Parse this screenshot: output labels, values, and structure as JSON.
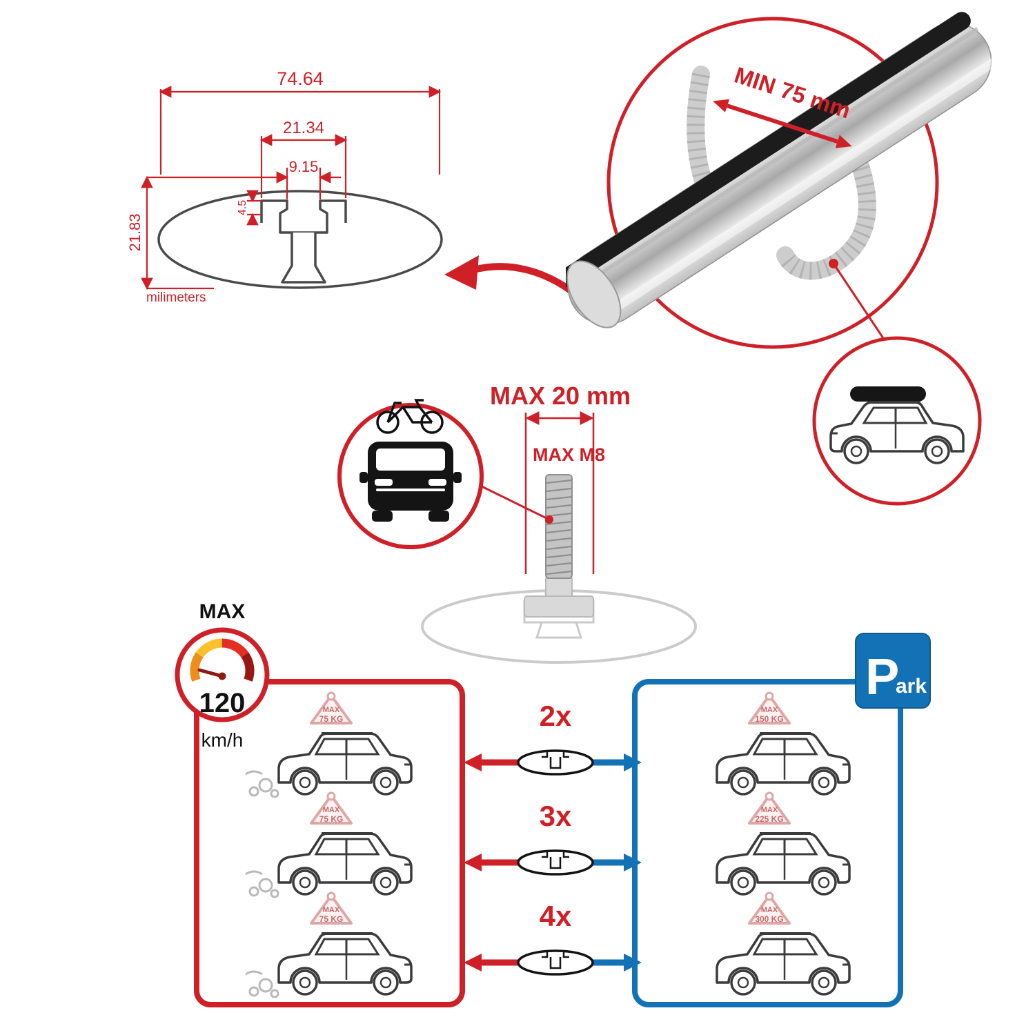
{
  "palette": {
    "red": "#cf2027",
    "blue": "#1272b5",
    "black": "#1d1d1b",
    "light_gray": "#c9c9c9",
    "gauge_segments": [
      "#ef8c1c",
      "#fbc12b",
      "#e52d22",
      "#9a1613"
    ]
  },
  "cross_section": {
    "total_width_mm": "74.64",
    "channel_outer_width_mm": "21.34",
    "channel_opening_mm": "9.15",
    "lip_depth_mm": "4.5",
    "total_height_mm": "21.83",
    "units_label": "milimeters"
  },
  "bar_detail": {
    "min_clamp_span_label": "MIN 75 mm"
  },
  "bolt_detail": {
    "max_width_label": "MAX 20 mm",
    "max_thread_label": "MAX M8"
  },
  "speed_limit": {
    "heading": "MAX",
    "value": "120",
    "units": "km/h"
  },
  "driving_panel": {
    "cars": [
      {
        "load_line1": "MAX",
        "load_line2": "75 KG"
      },
      {
        "load_line1": "MAX",
        "load_line2": "75 KG"
      },
      {
        "load_line1": "MAX",
        "load_line2": "75 KG"
      }
    ]
  },
  "crossbar_counts": [
    {
      "label": "2x"
    },
    {
      "label": "3x"
    },
    {
      "label": "4x"
    }
  ],
  "parking_panel": {
    "sign_main": "P",
    "sign_rest": "ark",
    "cars": [
      {
        "load_line1": "MAX",
        "load_line2": "150 KG"
      },
      {
        "load_line1": "MAX",
        "load_line2": "225 KG"
      },
      {
        "load_line1": "MAX",
        "load_line2": "300 KG"
      }
    ]
  }
}
